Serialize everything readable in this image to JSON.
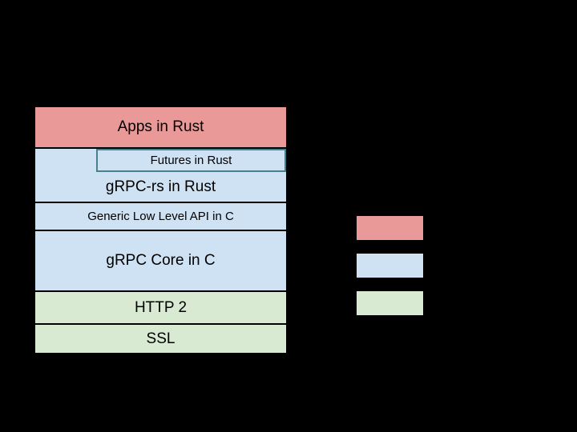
{
  "canvas": {
    "background": "#000000"
  },
  "stack": {
    "layers": {
      "apps": {
        "label": "Apps in Rust",
        "color": "#ea9999"
      },
      "grpc_rs": {
        "label": "gRPC-rs in Rust",
        "color": "#cfe2f3"
      },
      "futures": {
        "label": "Futures in Rust",
        "color": "#cfe2f3",
        "border_color": "#45818e"
      },
      "generic": {
        "label": "Generic Low Level API in C",
        "color": "#cfe2f3"
      },
      "core": {
        "label": "gRPC Core in C",
        "color": "#cfe2f3"
      },
      "http2": {
        "label": "HTTP 2",
        "color": "#d9ead3"
      },
      "ssl": {
        "label": "SSL",
        "color": "#d9ead3"
      }
    }
  },
  "legend": {
    "swatches": {
      "rust": {
        "color": "#ea9999"
      },
      "c": {
        "color": "#cfe2f3"
      },
      "protocol": {
        "color": "#d9ead3"
      }
    }
  }
}
